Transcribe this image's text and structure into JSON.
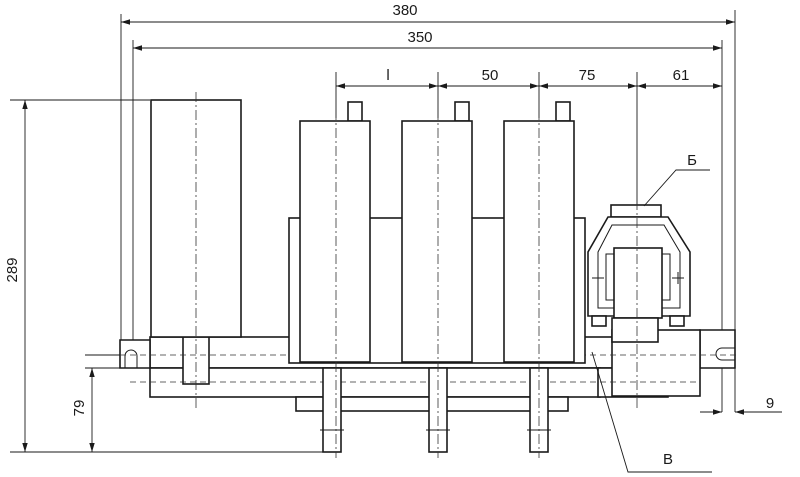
{
  "dimensions": {
    "overall_width": "380",
    "inner_width": "350",
    "pitch_l": "l",
    "pitch_50": "50",
    "pitch_75": "75",
    "pitch_61": "61",
    "height": "289",
    "base_height": "79",
    "offset_right": "9"
  },
  "callouts": {
    "b": "Б",
    "v": "В"
  }
}
